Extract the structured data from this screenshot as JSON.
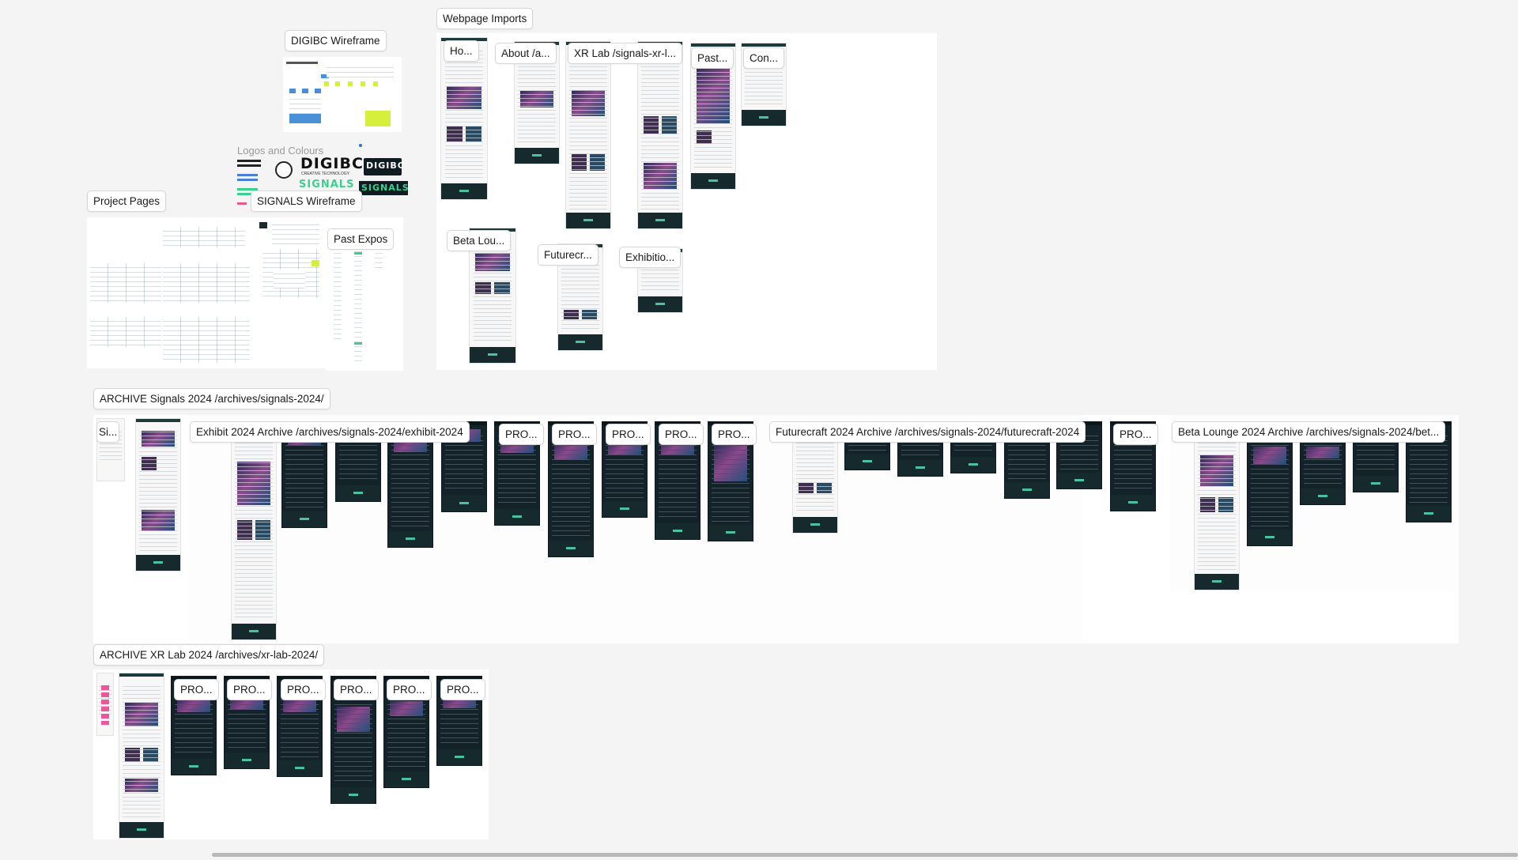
{
  "labels": {
    "webpage_imports": "Webpage Imports",
    "digibc_wireframe": "DIGIBC Wireframe",
    "logos_and_colours": "Logos and Colours",
    "signals_wireframe": "SIGNALS Wireframe",
    "project_pages": "Project Pages",
    "past_expos": "Past Expos",
    "home": "Ho...",
    "about": "About /a...",
    "xr_lab": "XR Lab /signals-xr-l...",
    "past": "Past...",
    "contact": "Con...",
    "beta_lounge": "Beta Lou...",
    "futurecraft": "Futurecr...",
    "exhibition": "Exhibitio...",
    "archive_signals": "ARCHIVE Signals 2024 /archives/signals-2024/",
    "si": "Si...",
    "exhibit_archive": "Exhibit 2024 Archive /archives/signals-2024/exhibit-2024",
    "pro": "PRO...",
    "futurecraft_archive": "Futurecraft 2024 Archive /archives/signals-2024/futurecraft-2024",
    "beta_lounge_archive": "Beta Lounge 2024 Archive /archives/signals-2024/bet...",
    "archive_xr": "ARCHIVE XR Lab 2024 /archives/xr-lab-2024/"
  },
  "logos": {
    "digibc": "DIGIBC",
    "digibc_sub": "CREATIVE TECHNOLOGY",
    "signals": "SIGNALS"
  },
  "colors": {
    "canvas_bg": "#f4f4f4",
    "frame_bg": "#ffffff",
    "dark_page": "#14232a",
    "footer": "#16292c",
    "teal_accent": "#49c2a3",
    "signals_green": "#3ad18e",
    "wireframe_lime": "#d6ef3c"
  }
}
